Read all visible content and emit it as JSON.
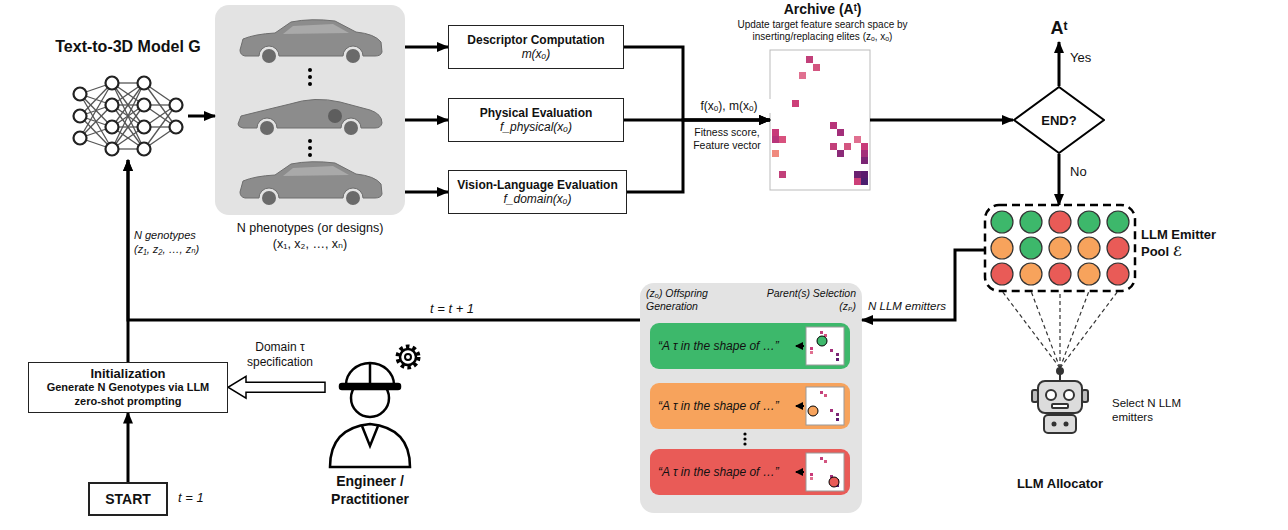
{
  "diagram": {
    "nodes": [
      {
        "text": [
          "Text-to-3D Model G"
        ]
      },
      {
        "text": [
          "N phenotypes (or designs) (x₁, x₂, …, xₙ)"
        ]
      },
      {
        "text": [
          "Descriptor Computation",
          "m(xₒ)"
        ]
      },
      {
        "text": [
          "Physical Evaluation",
          "f_physical(xₒ)"
        ]
      },
      {
        "text": [
          "Vision-Language Evaluation",
          "f_domain(xₒ)"
        ]
      },
      {
        "text": [
          "Archive (Aᵗ)",
          "Update target feature search space by inserting/replacing elites (zₒ, xₒ)"
        ]
      },
      {
        "text": [
          "END?"
        ]
      },
      {
        "text": [
          "Aᵗ"
        ]
      },
      {
        "text": [
          "LLM Emitter Pool ℰ"
        ]
      },
      {
        "text": [
          "LLM Allocator"
        ]
      },
      {
        "text": [
          "(zₒ) Offspring Generation",
          "Parent(s) Selection (zₚ)"
        ]
      },
      {
        "text": [
          "“A τ in the shape of …”"
        ],
        "in": 10
      },
      {
        "text": [
          "“A τ in the shape of …”"
        ],
        "in": 10
      },
      {
        "text": [
          "“A τ in the shape of …”"
        ],
        "in": 10
      },
      {
        "text": [
          "Initialization",
          "Generate N Genotypes via LLM zero-shot prompting"
        ]
      },
      {
        "text": [
          "START"
        ]
      },
      {
        "text": [
          "Engineer / Practitioner"
        ]
      }
    ],
    "edges": [
      {
        "from": 0,
        "to": 1,
        "arrow": "to"
      },
      {
        "from": 1,
        "to": 2,
        "arrow": "to"
      },
      {
        "from": 1,
        "to": 3,
        "arrow": "to"
      },
      {
        "from": 1,
        "to": 4,
        "arrow": "to"
      },
      {
        "from": 2,
        "to": 5,
        "arrow": "to"
      },
      {
        "from": 3,
        "to": 5,
        "arrow": "to",
        "label": "f(xₒ), m(xₒ)"
      },
      {
        "from": 4,
        "to": 5,
        "arrow": "to"
      },
      {
        "from": 5,
        "to": 6,
        "arrow": "to"
      },
      {
        "from": 6,
        "to": 7,
        "arrow": "to",
        "label": "Yes"
      },
      {
        "from": 6,
        "to": 8,
        "arrow": "to",
        "label": "No"
      },
      {
        "from": 9,
        "to": 8,
        "arrow": "none"
      },
      {
        "from": 8,
        "to": 10,
        "arrow": "to",
        "label": "N LLM emitters"
      },
      {
        "from": 10,
        "to": 0,
        "arrow": "to",
        "label": "t = t + 1"
      },
      {
        "from": 14,
        "to": 0,
        "arrow": "to"
      },
      {
        "from": 15,
        "to": 14,
        "arrow": "to"
      },
      {
        "from": 16,
        "to": 14,
        "arrow": "to",
        "label": "Domain τ specification"
      }
    ],
    "labels": [
      "Fitness score, Feature vector",
      "Select N LLM emitters",
      "N genotypes (z₁, z₂, …, zₙ)",
      "t = 1"
    ]
  }
}
